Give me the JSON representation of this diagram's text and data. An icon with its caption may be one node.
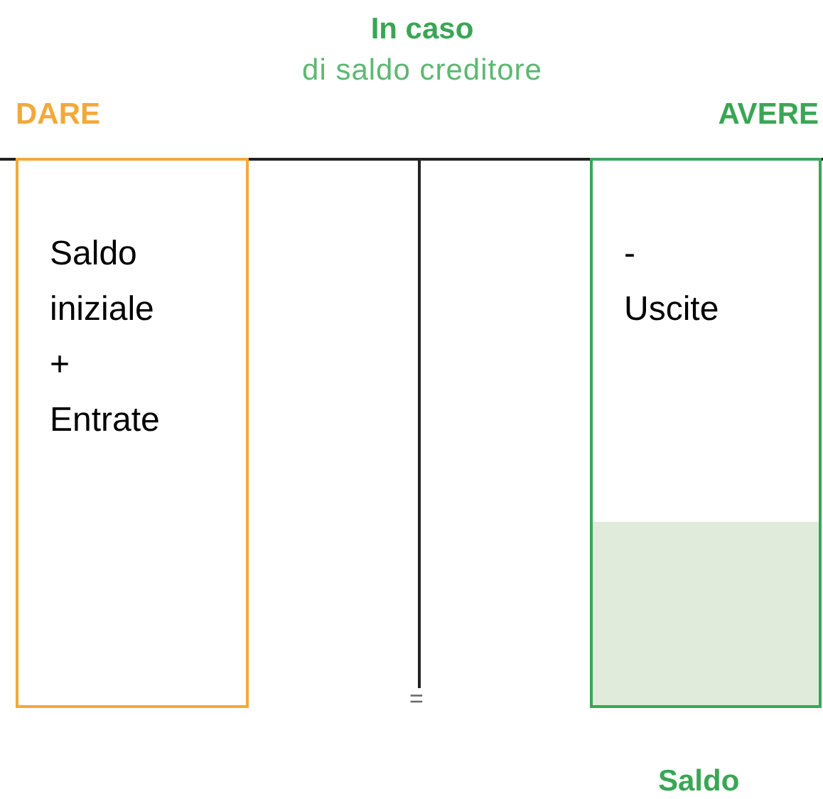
{
  "diagram": {
    "title": "In caso",
    "nodes": [
      {
        "text": [
          "DARE",
          "Saldo iniziale + Entrate"
        ]
      },
      {
        "text": [
          "AVERE",
          "- Uscite"
        ]
      },
      {
        "text": [],
        "shape": "bar",
        "in": 1
      }
    ],
    "edges": [],
    "labels": [
      "di saldo creditore",
      "=",
      "Saldo"
    ]
  }
}
